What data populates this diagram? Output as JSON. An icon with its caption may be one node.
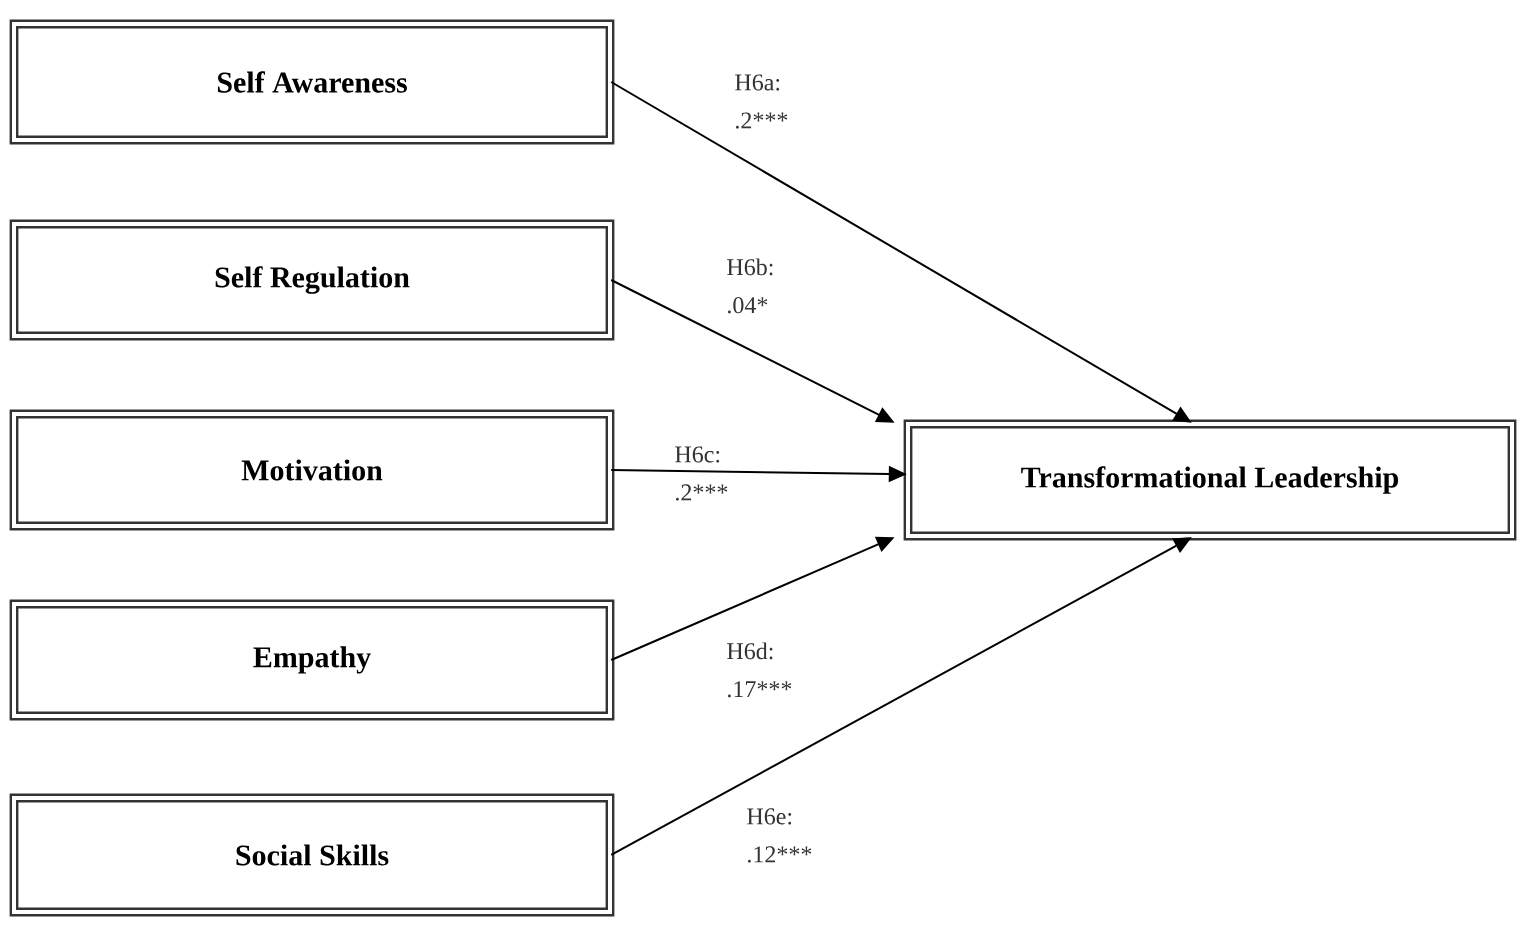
{
  "diagram": {
    "nodes": [
      {
        "text": [
          "Self Awareness"
        ]
      },
      {
        "text": [
          "Self Regulation"
        ]
      },
      {
        "text": [
          "Motivation"
        ]
      },
      {
        "text": [
          "Empathy"
        ]
      },
      {
        "text": [
          "Social Skills"
        ]
      },
      {
        "text": [
          "Transformational Leadership"
        ]
      }
    ],
    "edges": [
      {
        "from": 0,
        "to": 5,
        "arrow": "to",
        "label": "H6a: .2***"
      },
      {
        "from": 1,
        "to": 5,
        "arrow": "to",
        "label": "H6b: .04*"
      },
      {
        "from": 2,
        "to": 5,
        "arrow": "to",
        "label": "H6c: .2***"
      },
      {
        "from": 3,
        "to": 5,
        "arrow": "to",
        "label": "H6d: .17***"
      },
      {
        "from": 4,
        "to": 5,
        "arrow": "to",
        "label": "H6e: .12***"
      }
    ]
  }
}
